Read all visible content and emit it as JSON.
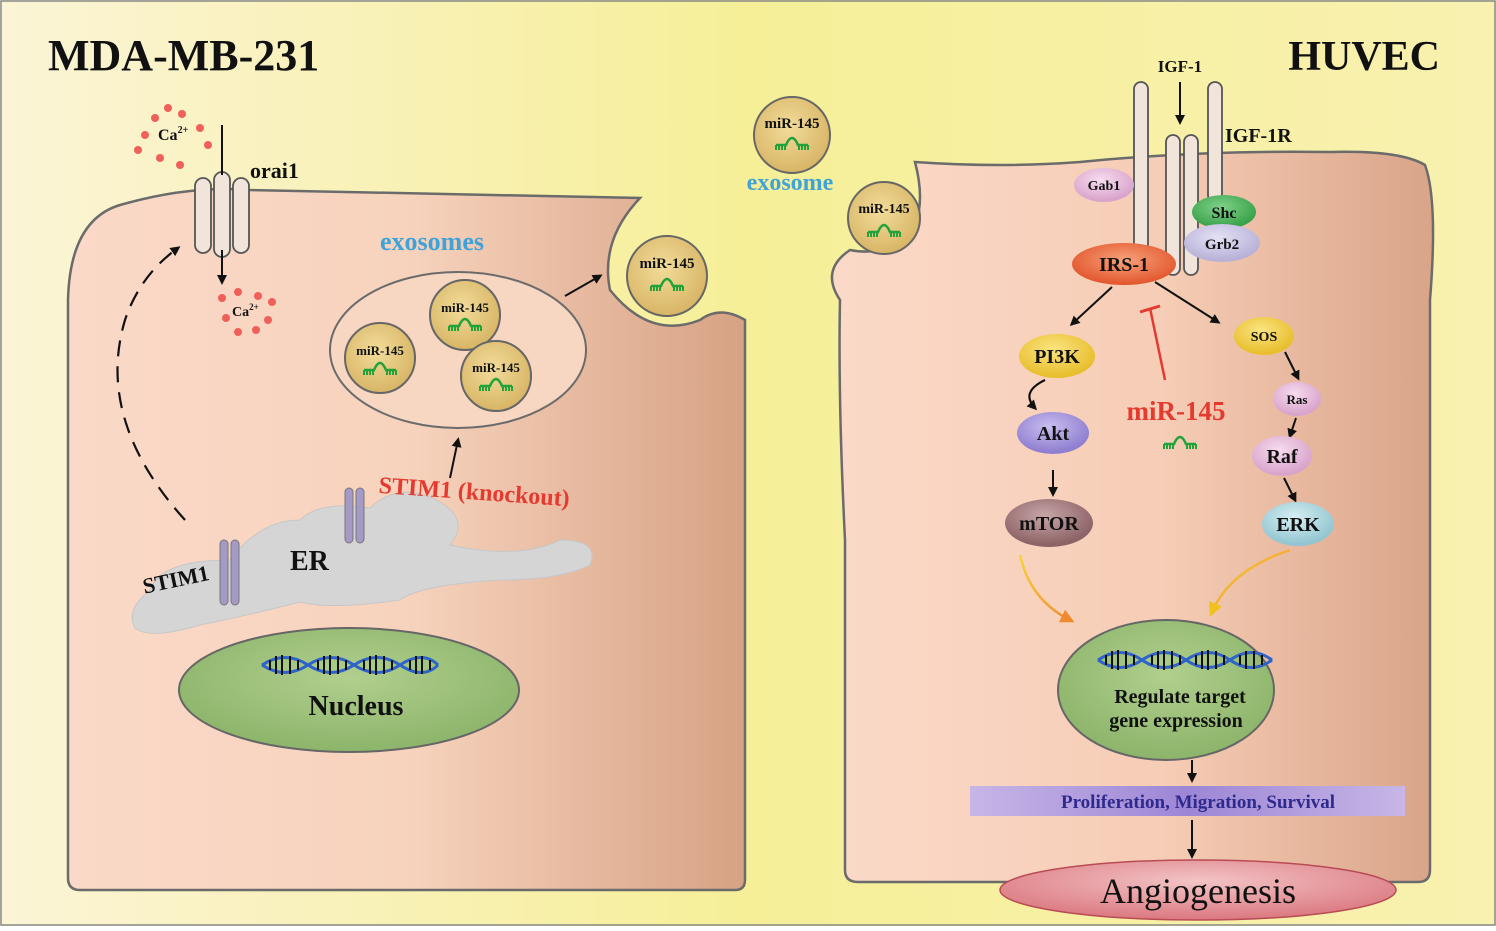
{
  "left_cell": {
    "title": "MDA-MB-231",
    "ca_top": "Ca",
    "ca_bottom": "Ca",
    "ca_superscript": "2+",
    "orai1": "orai1",
    "stim1": "STIM1",
    "er": "ER",
    "nucleus": "Nucleus",
    "exosomes": "exosomes",
    "knockout": "STIM1 (knockout)",
    "mir_label": "miR-145"
  },
  "extracellular": {
    "exosome": "exosome",
    "mir_label": "miR-145"
  },
  "right_cell": {
    "title": "HUVEC",
    "igf1": "IGF-1",
    "igf1r": "IGF-1R",
    "gab1": "Gab1",
    "shc": "Shc",
    "grb2": "Grb2",
    "irs1": "IRS-1",
    "pi3k": "PI3K",
    "akt": "Akt",
    "mtor": "mTOR",
    "sos": "SOS",
    "ras": "Ras",
    "raf": "Raf",
    "erk": "ERK",
    "mir145": "miR-145",
    "nucleus_line1": "Regulate target",
    "nucleus_line2": "gene expression",
    "outcome": "Proliferation, Migration, Survival",
    "angiogenesis": "Angiogenesis"
  },
  "colors": {
    "bg_left": "#fbf4d6",
    "bg_right": "#f6ef98",
    "cell_light": "#fbd9c8",
    "cell_dark": "#d9a488",
    "exosome_fill": "#e6c777",
    "mir_green": "#22a33a",
    "label_blue": "#3fa3d9",
    "label_red": "#e53a2f",
    "nucleus_green": "#9cc07a",
    "er_gray": "#d5d5d5"
  }
}
